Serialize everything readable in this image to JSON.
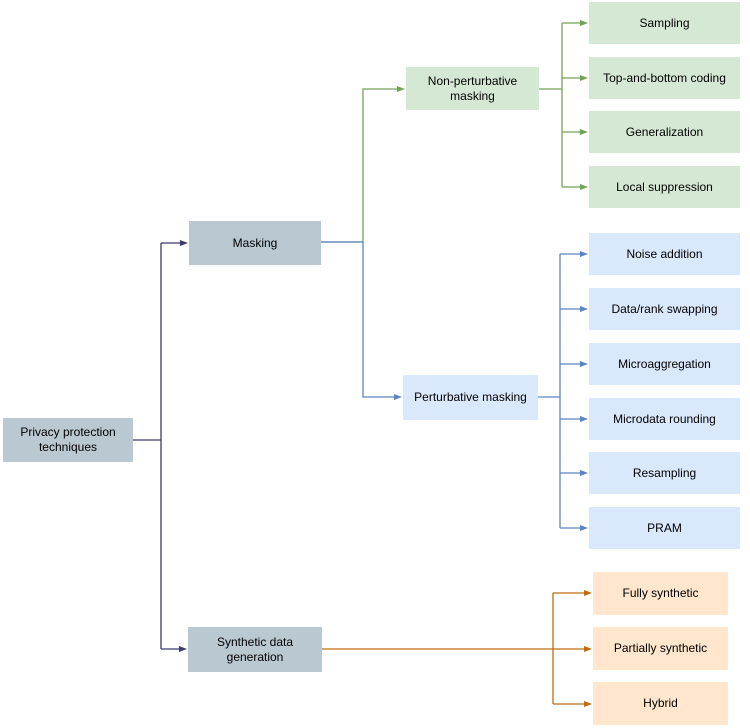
{
  "diagram_title": "Privacy protection techniques",
  "palette": {
    "gray_fill": "#bac8d2",
    "green_fill": "#d5e8d4",
    "blue_fill": "#dae8fc",
    "orange_fill": "#ffe6cc",
    "indigo_stroke": "#3e3a6d",
    "green_stroke": "#72a356",
    "blue_stroke": "#5b84c4",
    "orange_stroke": "#c06c10"
  },
  "nodes": {
    "root": {
      "label": "Privacy protection techniques"
    },
    "masking": {
      "label": "Masking"
    },
    "synthetic": {
      "label": "Synthetic data generation"
    },
    "non_perturbative": {
      "label": "Non-perturbative masking"
    },
    "perturbative": {
      "label": "Perturbative masking"
    },
    "green_leaves": [
      {
        "label": "Sampling"
      },
      {
        "label": "Top-and-bottom coding"
      },
      {
        "label": "Generalization"
      },
      {
        "label": "Local suppression"
      }
    ],
    "blue_leaves": [
      {
        "label": "Noise addition"
      },
      {
        "label": "Data/rank swapping"
      },
      {
        "label": "Microaggregation"
      },
      {
        "label": "Microdata rounding"
      },
      {
        "label": "Resampling"
      },
      {
        "label": "PRAM"
      }
    ],
    "orange_leaves": [
      {
        "label": "Fully synthetic"
      },
      {
        "label": "Partially synthetic"
      },
      {
        "label": "Hybrid"
      }
    ]
  },
  "hierarchy": {
    "Privacy protection techniques": [
      "Masking",
      "Synthetic data generation"
    ],
    "Masking": [
      "Non-perturbative masking",
      "Perturbative masking"
    ],
    "Non-perturbative masking": [
      "Sampling",
      "Top-and-bottom coding",
      "Generalization",
      "Local suppression"
    ],
    "Perturbative masking": [
      "Noise addition",
      "Data/rank swapping",
      "Microaggregation",
      "Microdata rounding",
      "Resampling",
      "PRAM"
    ],
    "Synthetic data generation": [
      "Fully synthetic",
      "Partially synthetic",
      "Hybrid"
    ]
  }
}
